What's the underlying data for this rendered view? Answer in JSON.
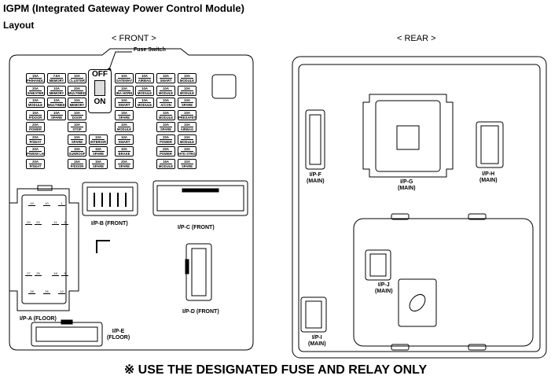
{
  "title": "IGPM (Integrated Gateway Power Control Module)",
  "subtitle": "Layout",
  "front_header": "< FRONT >",
  "rear_header": "< REAR >",
  "fuse_switch": {
    "label": "Fuse Switch",
    "off": "OFF",
    "on": "ON"
  },
  "fuses": [
    {
      "col": 0,
      "row": 0,
      "amp": "15A",
      "name": "PH/HANDLE"
    },
    {
      "col": 0,
      "row": 1,
      "amp": "20A",
      "name": "S/HEATER PASS"
    },
    {
      "col": 0,
      "row": 2,
      "amp": "10A",
      "name": "MODULE"
    },
    {
      "col": 0,
      "row": 3,
      "amp": "15A",
      "name": "P/DOOR PASS"
    },
    {
      "col": 0,
      "row": 4,
      "amp": "20A",
      "name": "POWER OUTLET"
    },
    {
      "col": 0,
      "row": 5,
      "amp": "20A",
      "name": "P/SEAT PASS"
    },
    {
      "col": 0,
      "row": 6,
      "amp": "20A",
      "name": "P/WDW LH"
    },
    {
      "col": 0,
      "row": 7,
      "amp": "20A",
      "name": "P/SEAT DRV"
    },
    {
      "col": 1,
      "row": 0,
      "amp": "7.5A",
      "name": "MEMORY"
    },
    {
      "col": 1,
      "row": 1,
      "amp": "10A",
      "name": "MEMORY"
    },
    {
      "col": 1,
      "row": 2,
      "amp": "10A",
      "name": "MULTIMEDIA"
    },
    {
      "col": 1,
      "row": 3,
      "amp": "10A",
      "name": "SPARE"
    },
    {
      "col": 2,
      "row": 0,
      "amp": "10A",
      "name": "CLUSTER"
    },
    {
      "col": 2,
      "row": 1,
      "amp": "20A",
      "name": "MULTIMEDIA"
    },
    {
      "col": 2,
      "row": 2,
      "amp": "10A",
      "name": "MEMORY"
    },
    {
      "col": 2,
      "row": 3,
      "amp": "10A",
      "name": "DOOR LAMP"
    },
    {
      "col": 2,
      "row": 4,
      "amp": "10A",
      "name": "STOP LAMP"
    },
    {
      "col": 2,
      "row": 5,
      "amp": "10A",
      "name": "SPARE"
    },
    {
      "col": 2,
      "row": 6,
      "amp": "10A",
      "name": "SUNROOF"
    },
    {
      "col": 2,
      "row": 7,
      "amp": "15A",
      "name": "P/DOOR DRV"
    },
    {
      "col": 3,
      "row": 5,
      "amp": "10A",
      "name": "INTERIOR LAMP"
    },
    {
      "col": 3,
      "row": 6,
      "amp": "15A",
      "name": "SPARE"
    },
    {
      "col": 3,
      "row": 7,
      "amp": "15A",
      "name": "SPARE"
    },
    {
      "col": 4,
      "row": 0,
      "amp": "10A",
      "name": "GATEWAY"
    },
    {
      "col": 4,
      "row": 1,
      "amp": "10A",
      "name": "IBA HORN"
    },
    {
      "col": 4,
      "row": 2,
      "amp": "10A",
      "name": "SMART KEY"
    },
    {
      "col": 4,
      "row": 3,
      "amp": "15A",
      "name": "SPARE"
    },
    {
      "col": 4,
      "row": 4,
      "amp": "10A",
      "name": "MODULE"
    },
    {
      "col": 4,
      "row": 5,
      "amp": "10A",
      "name": "SMART KEY"
    },
    {
      "col": 4,
      "row": 6,
      "amp": "10A",
      "name": "BRAKE SWITCH"
    },
    {
      "col": 4,
      "row": 7,
      "amp": "20A",
      "name": "SPARE"
    },
    {
      "col": 5,
      "row": 0,
      "amp": "10A",
      "name": "AIRBAG IND"
    },
    {
      "col": 5,
      "row": 1,
      "amp": "10A",
      "name": "MODULE"
    },
    {
      "col": 5,
      "row": 2,
      "amp": "10A",
      "name": "MODULE"
    },
    {
      "col": 6,
      "row": 0,
      "amp": "10A",
      "name": "SMART KEY"
    },
    {
      "col": 6,
      "row": 1,
      "amp": "10A",
      "name": "MODULE"
    },
    {
      "col": 6,
      "row": 2,
      "amp": "10A",
      "name": "A/CON"
    },
    {
      "col": 6,
      "row": 3,
      "amp": "10A",
      "name": "MODULE"
    },
    {
      "col": 6,
      "row": 4,
      "amp": "10A",
      "name": "SPARE"
    },
    {
      "col": 6,
      "row": 5,
      "amp": "20A",
      "name": "POWER OUTLET"
    },
    {
      "col": 6,
      "row": 6,
      "amp": "20A",
      "name": "POWER OUTLET"
    },
    {
      "col": 6,
      "row": 7,
      "amp": "15A",
      "name": "MODULE"
    },
    {
      "col": 7,
      "row": 0,
      "amp": "10A",
      "name": "MODULE"
    },
    {
      "col": 7,
      "row": 1,
      "amp": "10A",
      "name": "MODULE"
    },
    {
      "col": 7,
      "row": 2,
      "amp": "10A",
      "name": "SPARE"
    },
    {
      "col": 7,
      "row": 3,
      "amp": "10A",
      "name": "PRESAFETY SEAT BELT"
    },
    {
      "col": 7,
      "row": 4,
      "amp": "10A",
      "name": "AIRBAG"
    },
    {
      "col": 7,
      "row": 5,
      "amp": "10A",
      "name": "MODULE"
    },
    {
      "col": 7,
      "row": 6,
      "amp": "10A",
      "name": "HTD STRG"
    },
    {
      "col": 7,
      "row": 7,
      "amp": "10A",
      "name": "SPARE"
    }
  ],
  "connectors": {
    "ip_a": "I/P-A (FLOOR)",
    "ip_b": "I/P-B (FRONT)",
    "ip_c": "I/P-C (FRONT)",
    "ip_d": "I/P-D (FRONT)",
    "ip_e": [
      "I/P-E",
      "(FLOOR)"
    ],
    "ip_f": [
      "I/P-F",
      "(MAIN)"
    ],
    "ip_g": [
      "I/P-G",
      "(MAIN)"
    ],
    "ip_h": [
      "I/P-H",
      "(MAIN)"
    ],
    "ip_j": [
      "I/P-J",
      "(MAIN)"
    ],
    "ip_i": [
      "I/P-I",
      "(MAIN)"
    ]
  },
  "ip_a_pins": [
    "19",
    "10",
    "1",
    "20",
    "20",
    "11",
    "2",
    "27",
    "25",
    "18",
    "9",
    "28",
    "26",
    "12"
  ],
  "note": "※ USE THE DESIGNATED FUSE AND RELAY ONLY"
}
